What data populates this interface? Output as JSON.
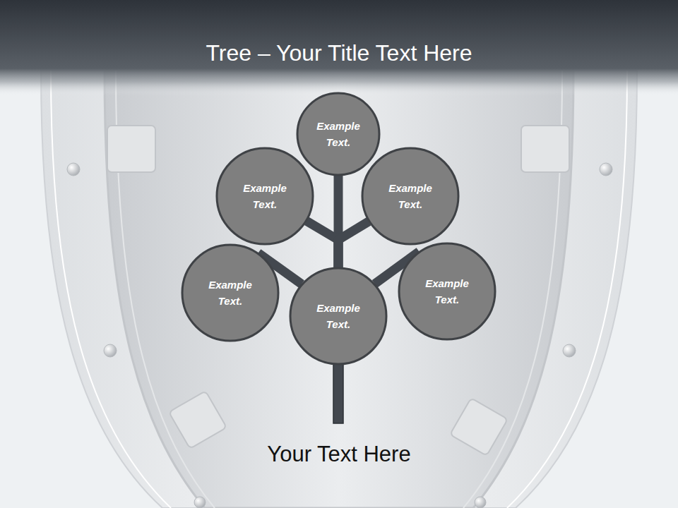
{
  "diagram": {
    "title": "Tree – Your Title Text Here",
    "nodes": [
      {
        "text": [
          "Example Text."
        ]
      },
      {
        "text": [
          "Example Text."
        ]
      },
      {
        "text": [
          "Example Text."
        ]
      },
      {
        "text": [
          "Example Text."
        ]
      },
      {
        "text": [
          "Example Text."
        ]
      },
      {
        "text": [
          "Example Text."
        ]
      }
    ],
    "edges": [
      {
        "from": 4,
        "to": 0,
        "arrow": "none"
      },
      {
        "from": 4,
        "to": 1,
        "arrow": "none"
      },
      {
        "from": 4,
        "to": 2,
        "arrow": "none"
      },
      {
        "from": 4,
        "to": 3,
        "arrow": "none"
      },
      {
        "from": 4,
        "to": 5,
        "arrow": "none"
      }
    ],
    "labels": [
      "Your Text Here"
    ]
  }
}
